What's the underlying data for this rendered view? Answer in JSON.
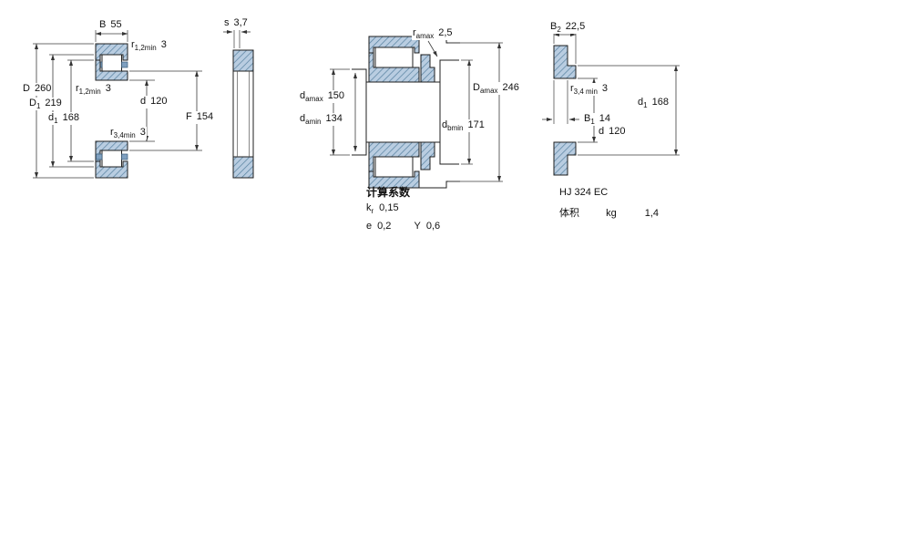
{
  "drawing": {
    "colors": {
      "section_fill": "#b9cde1",
      "hatch_line": "#56809f",
      "outline": "#1f1f1f",
      "dim_line": "#3c3c3c"
    },
    "view_main": {
      "B": {
        "sym": "B",
        "sub": "",
        "val": "55"
      },
      "r12_top": {
        "sym": "r",
        "sub": "1,2min",
        "val": "3"
      },
      "r12_mid": {
        "sym": "r",
        "sub": "1,2min",
        "val": "3"
      },
      "r34": {
        "sym": "r",
        "sub": "3,4min",
        "val": "3"
      },
      "D": {
        "sym": "D",
        "sub": "",
        "val": "260"
      },
      "D1": {
        "sym": "D",
        "sub": "1",
        "val": "219"
      },
      "d1": {
        "sym": "d",
        "sub": "1",
        "val": "168"
      },
      "d": {
        "sym": "d",
        "sub": "",
        "val": "120"
      },
      "F": {
        "sym": "F",
        "sub": "",
        "val": "154"
      }
    },
    "view_side": {
      "s": {
        "sym": "s",
        "sub": "",
        "val": "3,7"
      }
    },
    "view_abutment": {
      "ra": {
        "sym": "r",
        "sub": "amax",
        "val": "2,5"
      },
      "damax": {
        "sym": "d",
        "sub": "amax",
        "val": "150"
      },
      "damin": {
        "sym": "d",
        "sub": "amin",
        "val": "134"
      },
      "Damax": {
        "sym": "D",
        "sub": "amax",
        "val": "246"
      },
      "dbmin": {
        "sym": "d",
        "sub": "bmin",
        "val": "171"
      }
    },
    "view_hj": {
      "B2": {
        "sym": "B",
        "sub": "2",
        "val": "22,5"
      },
      "r34": {
        "sym": "r",
        "sub": "3,4 min",
        "val": "3"
      },
      "d1": {
        "sym": "d",
        "sub": "1",
        "val": "168"
      },
      "B1": {
        "sym": "B",
        "sub": "1",
        "val": "14"
      },
      "d": {
        "sym": "d",
        "sub": "",
        "val": "120"
      }
    },
    "calculation_factors": {
      "title": "计算系数",
      "kr": {
        "sym": "k",
        "sub": "r",
        "val": "0,15"
      },
      "e": {
        "sym": "e",
        "sub": "",
        "val": "0,2"
      },
      "Y": {
        "sym": "Y",
        "sub": "",
        "val": "0,6"
      }
    },
    "hj_ring": {
      "title": "HJ 324 EC",
      "mass_label": "体积",
      "mass_unit": "kg",
      "mass_value": "1,4"
    }
  }
}
